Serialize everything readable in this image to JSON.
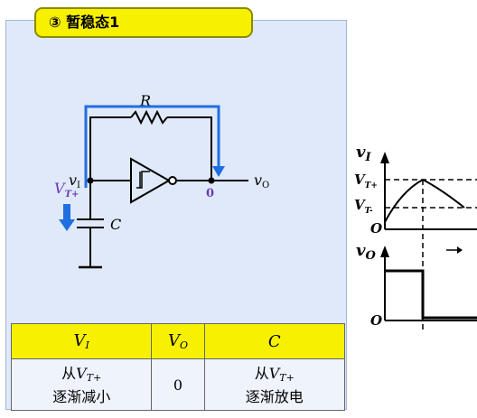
{
  "title": "③ 暂稳态1",
  "circuit": {
    "resistor_label": "R",
    "capacitor_label": "C",
    "input_node": "v",
    "input_node_sub": "I",
    "output_node": "v",
    "output_node_sub": "O",
    "threshold_label": "V",
    "threshold_sub": "T+",
    "output_level": "0"
  },
  "table": {
    "headers": [
      {
        "main": "V",
        "sub": "I"
      },
      {
        "main": "V",
        "sub": "O"
      },
      {
        "main": "C",
        "sub": ""
      }
    ],
    "row": {
      "vi_line1_prefix": "从",
      "vi_line1_var": "V",
      "vi_line1_sub": "T+",
      "vi_line2": "逐渐减小",
      "vo": "0",
      "c_line1_prefix": "从",
      "c_line1_var": "V",
      "c_line1_sub": "T+",
      "c_line2": "逐渐放电"
    }
  },
  "waveform": {
    "vi_label": "v",
    "vi_sub": "I",
    "vtplus_label": "V",
    "vtplus_sub": "T+",
    "vtminus_label": "V",
    "vtminus_sub": "T-",
    "zero_top": "O",
    "vo_label": "v",
    "vo_sub": "O",
    "zero_bottom": "O"
  },
  "colors": {
    "panel_bg": "#dfe9f9",
    "highlight_yellow": "#f7f000",
    "arrow_blue": "#1f6fe0",
    "label_purple": "#6a3cb0"
  }
}
